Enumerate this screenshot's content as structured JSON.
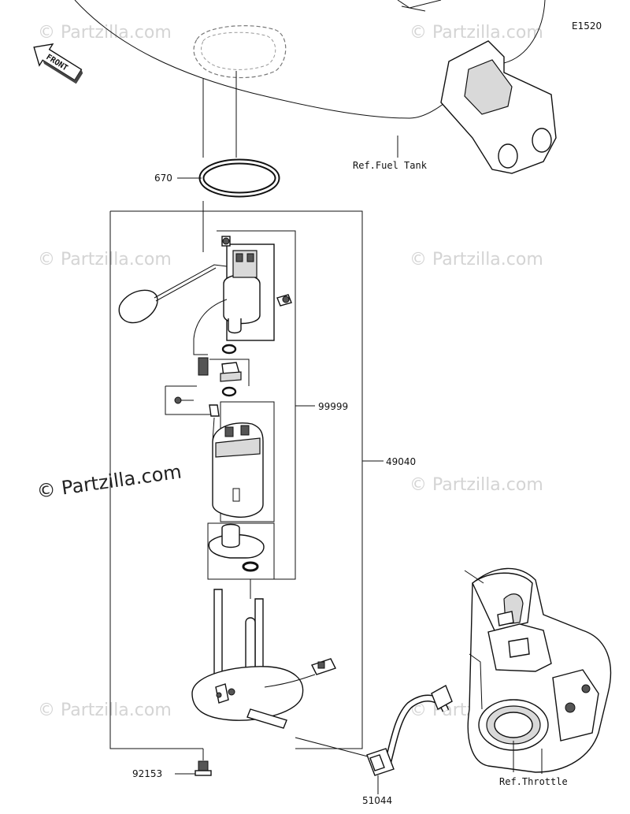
{
  "diagram": {
    "code": "E1520",
    "front_label": "FRONT",
    "watermark": "© Partzilla.com",
    "callouts": {
      "o_ring": "670",
      "pump_assy": "49040",
      "pump_kit": "99999",
      "bolt": "92153",
      "hose_clamp": "51044"
    },
    "refs": {
      "fuel_tank": "Ref.Fuel Tank",
      "throttle": "Ref.Throttle"
    }
  }
}
